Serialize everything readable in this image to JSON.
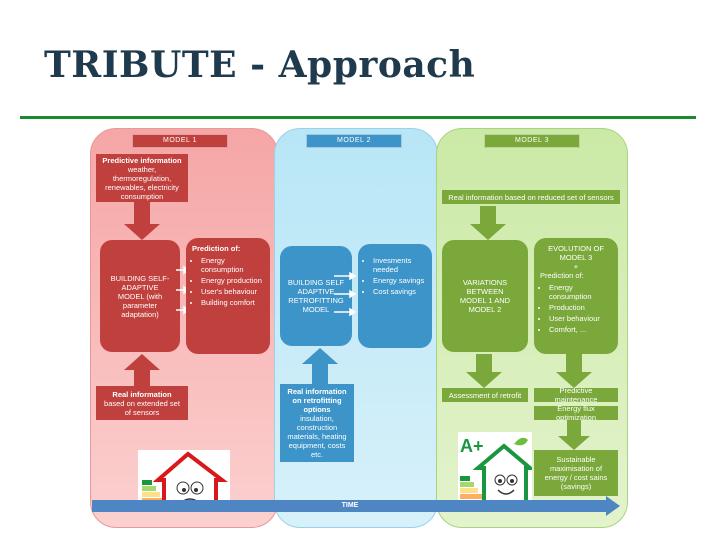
{
  "title": "TRIBUTE - Approach",
  "models": {
    "m1": "MODEL 1",
    "m2": "MODEL 2",
    "m3": "MODEL 3"
  },
  "model1": {
    "predictive": [
      "Predictive information",
      "weather,",
      "thermoregulation,",
      "renewables, electricity",
      "consumption"
    ],
    "core": [
      "BUILDING SELF-",
      "ADAPTIVE",
      "MODEL (with",
      "parameter",
      "adaptation)"
    ],
    "prediction_title": "Prediction of:",
    "prediction_items": [
      "Energy consumption",
      "Energy production",
      "User's behaviour",
      "Building comfort"
    ],
    "real_info": [
      "Real information",
      "based on extended set",
      "of sensors"
    ]
  },
  "model2": {
    "core": [
      "BUILDING SELF",
      "ADAPTIVE",
      "RETROFITTING",
      "MODEL"
    ],
    "items": [
      "Invesments needed",
      "Energy savings",
      "Cost savings"
    ],
    "real_info": [
      "Real information",
      "on retrofitting",
      "options",
      "insulation,",
      "construction",
      "materials, heating",
      "equipment, costs",
      "etc."
    ]
  },
  "model3": {
    "real_info": "Real information based on reduced set of sensors",
    "variations": [
      "VARIATIONS",
      "BETWEEN",
      "MODEL 1 AND",
      "MODEL 2"
    ],
    "evolution_title": [
      "EVOLUTION OF",
      "MODEL 3",
      "+"
    ],
    "prediction_title": "Prediction of:",
    "evolution_items": [
      "Energy consumption",
      "Production",
      "User behaviour",
      "Comfort, ..."
    ],
    "assessment": "Assessment of retrofit",
    "predictive_maintenance": "Predictive maintenance",
    "energy_flux": "Energy flux optimization",
    "sustainable": [
      "Sustainable",
      "maximisation of",
      "energy / cost sains",
      "(savings)"
    ]
  },
  "timeline": "TIME",
  "colors": {
    "red": "#c0403d",
    "blue": "#3d94c9",
    "green": "#7aa83a",
    "rule": "#1c8a2e",
    "title": "#1f3a4d"
  },
  "icons": [
    "sad-house-energy-label-icon",
    "happy-house-energy-label-icon"
  ]
}
